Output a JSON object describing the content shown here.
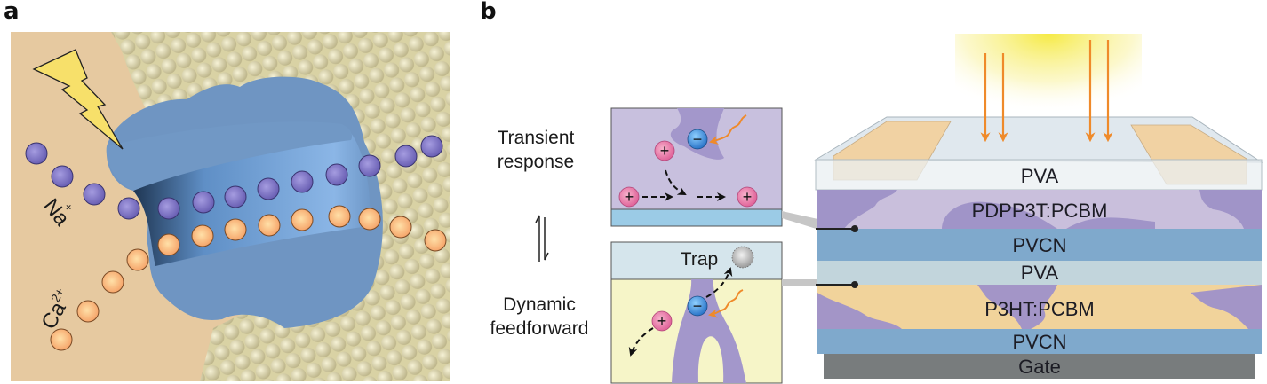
{
  "panels": {
    "a": {
      "label": "a",
      "ions": {
        "sodium": "Na",
        "sodium_charge": "+",
        "calcium": "Ca",
        "calcium_charge": "2+"
      }
    },
    "b": {
      "label": "b",
      "states": {
        "top": [
          "Transient",
          "response"
        ],
        "bottom": [
          "Dynamic",
          "feedforward"
        ]
      },
      "equilibrium_symbol": "⇌",
      "inset_top": {
        "charges": [
          "+",
          "−",
          "+",
          "+"
        ]
      },
      "inset_bottom": {
        "trap_label": "Trap",
        "charges": [
          "−",
          "+"
        ]
      },
      "device_layers": [
        "PVA",
        "PDPP3T:PCBM",
        "PVCN",
        "PVA",
        "P3HT:PCBM",
        "PVCN",
        "Gate"
      ]
    }
  },
  "colors": {
    "background_a": "#e6c9a0",
    "protein": "#6f95c2",
    "membrane": "#e8e2b4",
    "sodium_ion": "#7a70c0",
    "calcium_ion": "#f6a86a",
    "bolt": "#f7e06a",
    "pva": "#e9eff2",
    "pdpp3t": "#c9bfdc",
    "pdpp3t_domain": "#a094c8",
    "pvcn": "#7fa9cc",
    "pva2": "#c2d5dc",
    "p3ht": "#f1d39b",
    "p3ht_domain": "#a395c7",
    "gate": "#787c7d",
    "electrode": "#f2d3a2",
    "light": "#f7ee55",
    "arrow_orange": "#ef8a2a",
    "positive_charge": "#e87aa3",
    "negative_charge": "#3d8bd8"
  }
}
